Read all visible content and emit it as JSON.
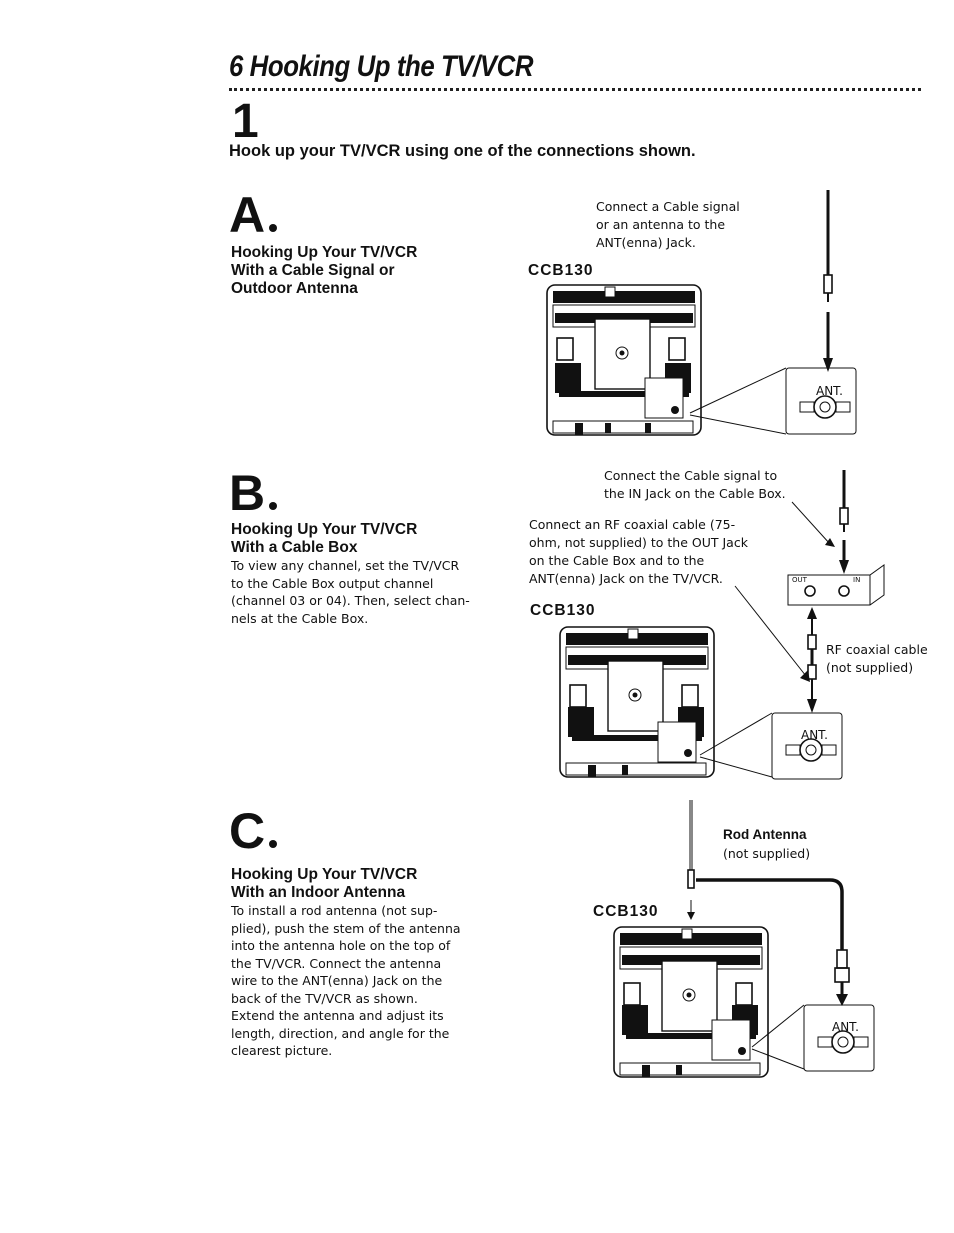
{
  "header": {
    "page_number": "6",
    "title": "Hooking Up the TV/VCR"
  },
  "step": {
    "number": "1",
    "instruction": "Hook up your TV/VCR using one of the connections shown."
  },
  "sections": [
    {
      "letter": "A",
      "heading": [
        "Hooking Up Your TV/VCR",
        "With a Cable Signal or",
        "Outdoor Antenna"
      ],
      "body": [],
      "model": "CCB130",
      "captions": [
        "Connect a Cable signal",
        "or an antenna to the",
        "ANT(enna) Jack."
      ],
      "jack_label": "ANT."
    },
    {
      "letter": "B",
      "heading": [
        "Hooking Up Your TV/VCR",
        "With a Cable Box"
      ],
      "body": [
        "To view any channel, set the TV/VCR",
        "to the Cable Box output channel",
        "(channel 03 or 04). Then, select chan-",
        "nels at the Cable Box."
      ],
      "model": "CCB130",
      "caption_top": [
        "Connect the Cable signal to",
        "the IN Jack on the Cable Box."
      ],
      "caption_left": [
        "Connect an RF coaxial cable (75-",
        "ohm, not supplied) to the OUT Jack",
        "on the Cable Box and to the",
        "ANT(enna) Jack on the TV/VCR."
      ],
      "caption_right": [
        "RF coaxial cable",
        "(not supplied)"
      ],
      "box_out_label": "OUT",
      "box_in_label": "IN",
      "jack_label": "ANT."
    },
    {
      "letter": "C",
      "heading": [
        "Hooking Up Your TV/VCR",
        "With an Indoor Antenna"
      ],
      "body": [
        "To install a rod antenna (not sup-",
        "plied), push the stem of the antenna",
        "into the antenna hole on the top of",
        "the TV/VCR. Connect the antenna",
        "wire to the ANT(enna) Jack on the",
        "back of the TV/VCR as shown.",
        "Extend the antenna and adjust its",
        "length, direction, and angle for the",
        "clearest picture."
      ],
      "model": "CCB130",
      "rod_title": "Rod Antenna",
      "rod_sub": "(not supplied)",
      "jack_label": "ANT."
    }
  ]
}
